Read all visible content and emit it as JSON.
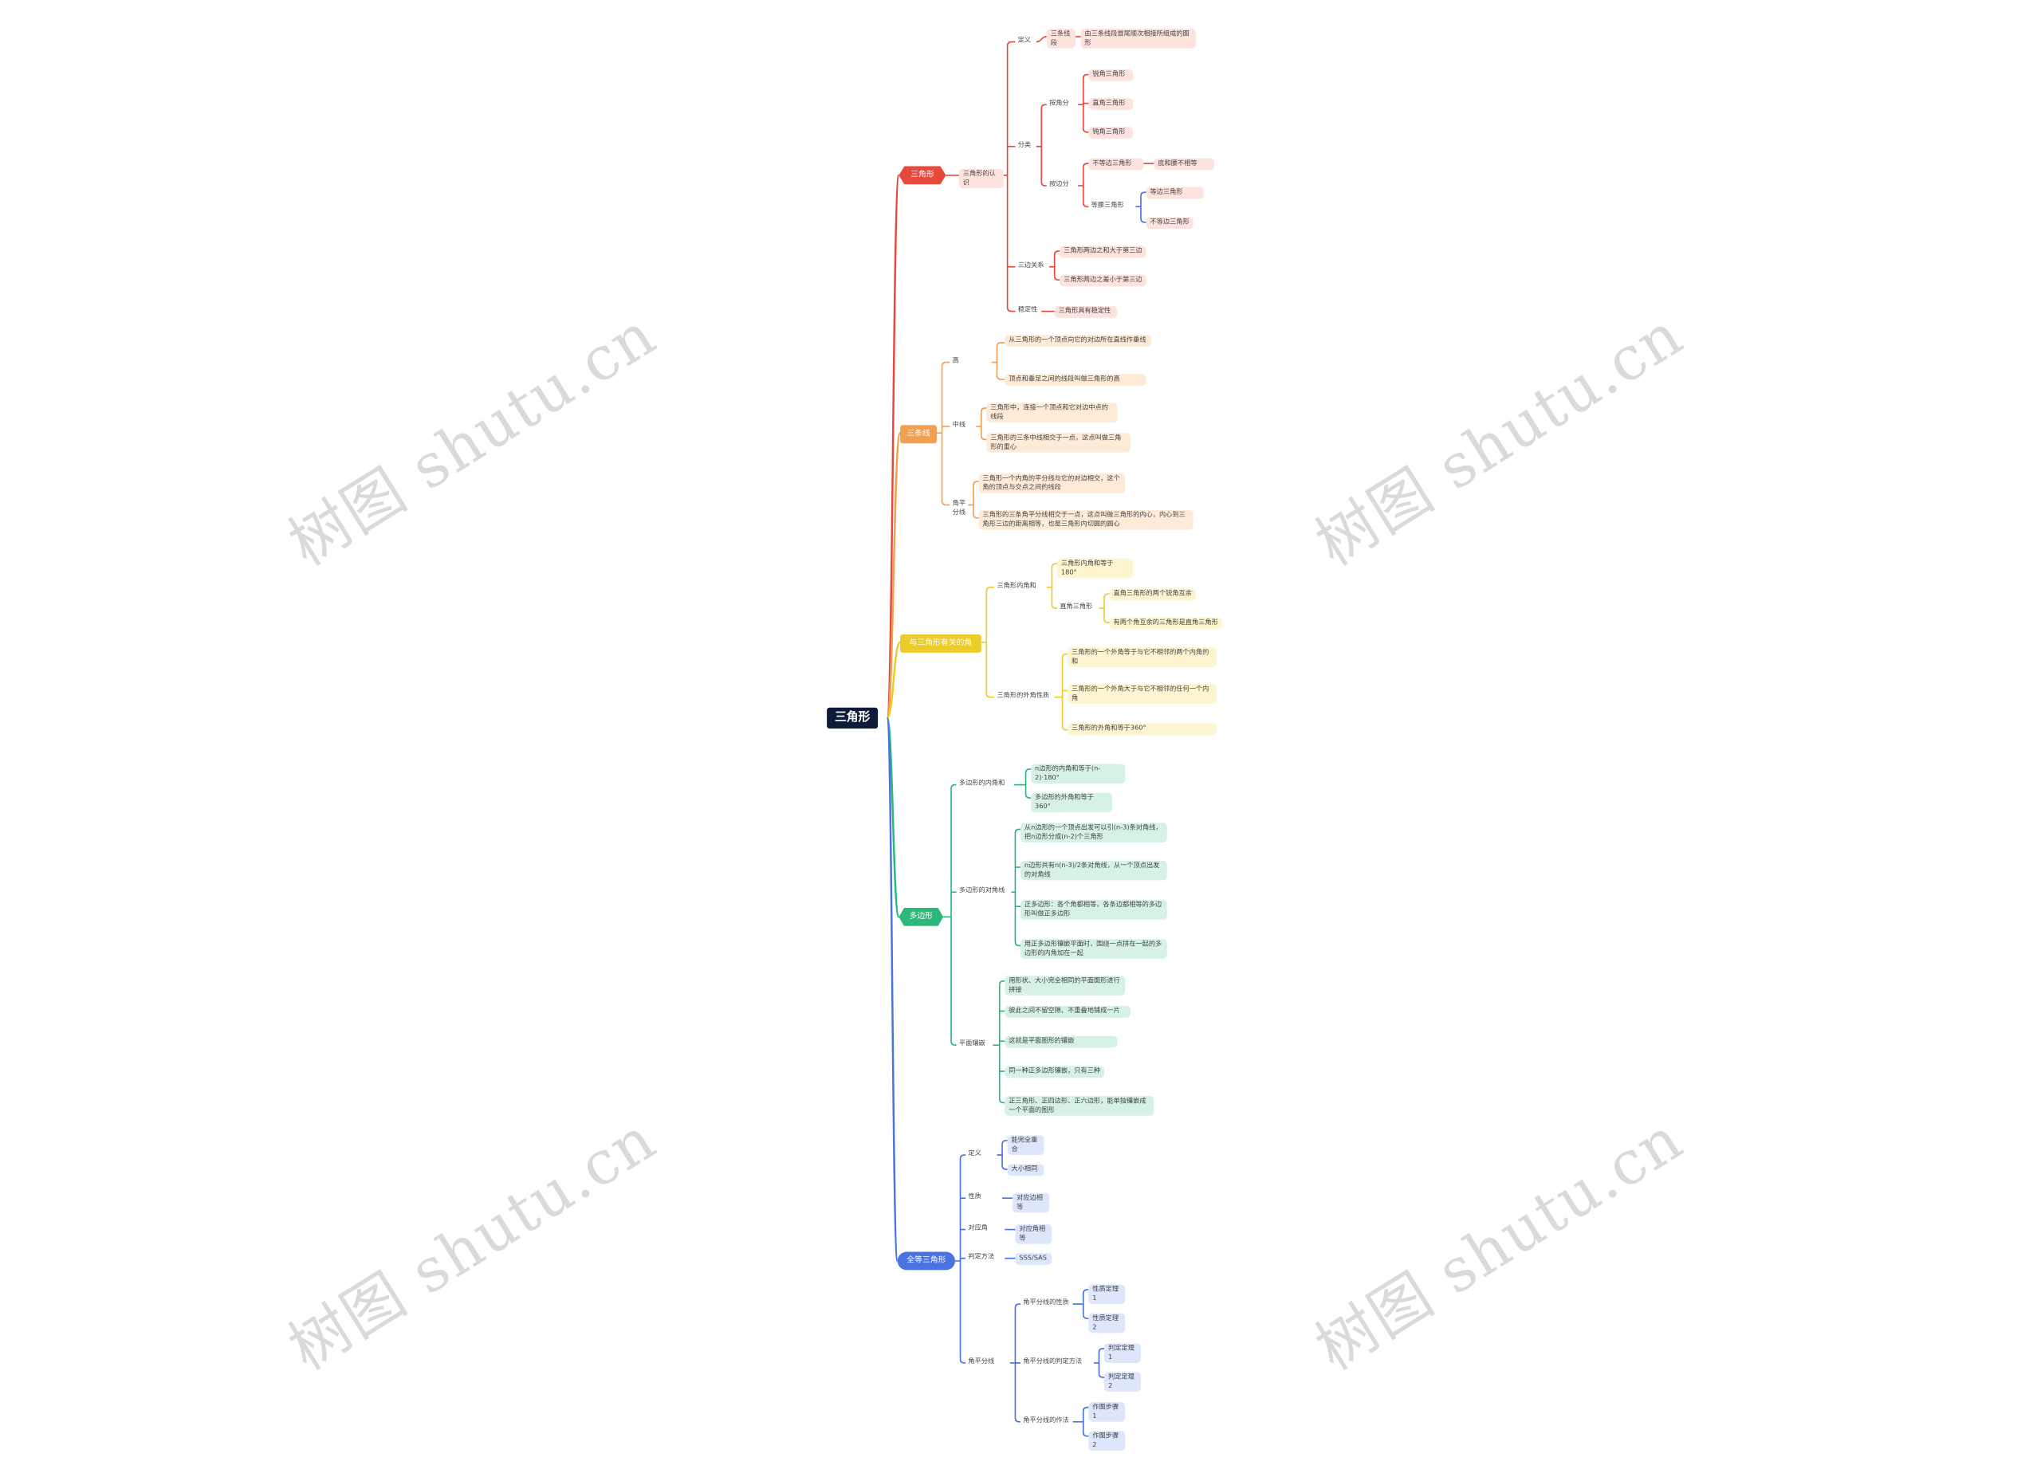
{
  "root": "三角形",
  "colors": {
    "red": "#e8483b",
    "orange": "#f0a050",
    "yellow": "#eccc2c",
    "green": "#2bb87a",
    "blue": "#4a72e0",
    "red_bg": "#fde2de",
    "orange_bg": "#fdebd8",
    "yellow_bg": "#fdf5cf",
    "green_bg": "#d6f2e4",
    "blue_bg": "#dde6fb"
  },
  "branches": {
    "b1": {
      "label": "三角形",
      "n1": "三角形的认识",
      "n1a": "定义",
      "n1a1": "三条线段",
      "n1a2": "由三条线段首尾顺次相接所组成的图形",
      "n1b": "分类",
      "n1b1": "按角分",
      "n1b1a": "锐角三角形",
      "n1b1b": "直角三角形",
      "n1b1c": "钝角三角形",
      "n1b2": "按边分",
      "n1b2a": "不等边三角形",
      "n1b2b": "等腰三角形",
      "n1b2b1": "底和腰不相等",
      "n1b2b2": "等边三角形",
      "n1c": "三边关系",
      "n1c1": "三角形两边之和大于第三边",
      "n1c2": "三角形两边之差小于第三边",
      "n1d": "稳定性",
      "n1d1": "三角形具有稳定性"
    },
    "b2": {
      "label": "三条线",
      "n1": "高",
      "n1a": "从三角形的一个顶点向它的对边所在直线作垂线",
      "n1b": "顶点和垂足之间的线段叫做三角形的高",
      "n2": "中线",
      "n2a": "三角形中，连接一个顶点和它对边中点的线段",
      "n2b": "三角形的三条中线相交于一点，这点叫做三角形的重心",
      "n3": "角平分线",
      "n3a": "三角形一个内角的平分线与它的对边相交，这个角的顶点与交点之间的线段",
      "n3b": "三角形的三条角平分线相交于一点，这点叫做三角形的内心，内心到三角形三边的距离相等，也是三角形内切圆的圆心"
    },
    "b3": {
      "label": "与三角形有关的角",
      "n1": "三角形内角和",
      "n1a": "三角形内角和等于180°",
      "n1b": "直角三角形",
      "n1b1": "直角三角形的两个锐角互余",
      "n1b2": "有两个角互余的三角形是直角三角形",
      "n2": "三角形的外角性质",
      "n2a": "三角形的一个外角等于与它不相邻的两个内角的和",
      "n2b": "三角形的一个外角大于与它不相邻的任何一个内角",
      "n2c": "三角形的外角和等于360°"
    },
    "b4": {
      "label": "多边形",
      "n1": "多边形的内角和",
      "n1a": "n边形的内角和等于(n-2)·180°",
      "n1b": "多边形的外角和等于360°",
      "n2": "多边形的对角线",
      "n2a": "从n边形的一个顶点出发可以引(n-3)条对角线，把n边形分成(n-2)个三角形",
      "n2b": "n边形共有n(n-3)/2条对角线，从一个顶点出发的对角线",
      "n2c": "正多边形：各个角都相等，各条边都相等的多边形叫做正多边形",
      "n2d": "用正多边形镶嵌平面时，围绕一点拼在一起的多边形的内角加在一起",
      "n3": "平面镶嵌",
      "n3a": "用形状、大小完全相同的平面图形进行拼接",
      "n3b": "彼此之间不留空隙、不重叠地铺成一片",
      "n3c": "这就是平面图形的镶嵌",
      "n3d": "同一种正多边形镶嵌，只有三种",
      "n3e": "正三角形、正四边形、正六边形，能单独镶嵌成一个平面的图形"
    },
    "b5": {
      "label": "全等三角形",
      "n1": "定义",
      "n1a": "能完全重合",
      "n1b": "大小相同",
      "n2": "性质",
      "n2a": "对应边相等",
      "n3": "对应角",
      "n3a": "对应角相等",
      "n4": "判定方法",
      "n4a": "SSS/SAS",
      "n5": "角平分线",
      "n5a": "角平分线的性质",
      "n5a1": "性质定理1",
      "n5a2": "性质定理2",
      "n5b": "角平分线的判定方法",
      "n5b1": "判定定理1",
      "n5b2": "判定定理2",
      "n5c": "角平分线的作法",
      "n5c1": "作图步骤1",
      "n5c2": "作图步骤2"
    }
  },
  "watermark": "树图 shutu.cn"
}
